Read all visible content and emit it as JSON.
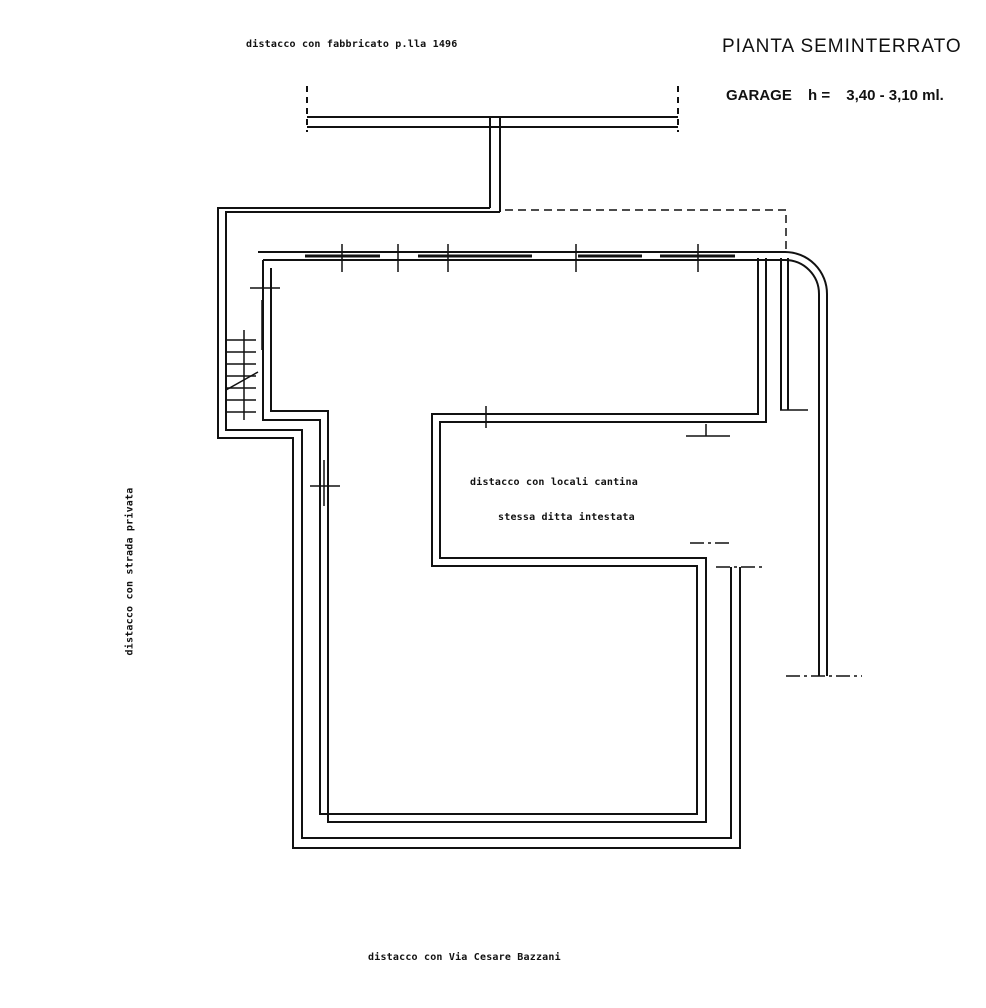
{
  "sheet": {
    "title": "PIANTA SEMINTERRATO",
    "room": "GARAGE",
    "height_label": "h =",
    "height_values": "3,40 - 3,10 ml."
  },
  "labels": {
    "top_boundary": "distacco con fabbricato p.lla 1496",
    "left_boundary": "distacco con strada privata",
    "center_line1": "distacco con locali cantina",
    "center_line2": "stessa ditta intestata",
    "bottom_boundary": "distacco con Via Cesare Bazzani"
  }
}
